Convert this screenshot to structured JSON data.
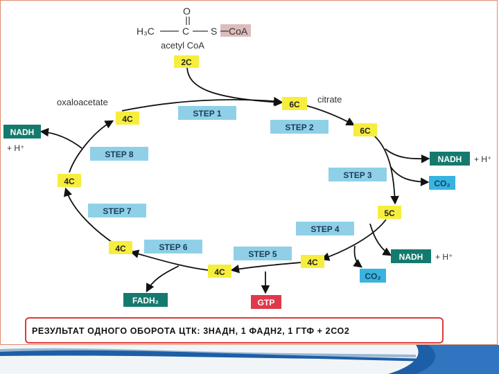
{
  "acetyl": {
    "formula_left": "H₃C",
    "c_atom": "C",
    "o_atom": "O",
    "s_atom": "S",
    "coa": "CoA",
    "name": "acetyl CoA"
  },
  "labels": {
    "oxaloacetate": "oxaloacetate",
    "citrate": "citrate"
  },
  "carbon_boxes": [
    "2C",
    "6C",
    "6C",
    "5C",
    "4C",
    "4C",
    "4C",
    "4C",
    "4C"
  ],
  "steps": [
    "STEP 1",
    "STEP 2",
    "STEP 3",
    "STEP 4",
    "STEP 5",
    "STEP 6",
    "STEP 7",
    "STEP 8"
  ],
  "products": {
    "nadh": "NADH",
    "h_plus": "+ H⁺",
    "co2": "CO₂",
    "fadh2": "FADH₂",
    "gtp": "GTP"
  },
  "summary": "РЕЗУЛЬТАТ ОДНОГО ОБОРОТА  ЦТК: 3НАДН, 1 ФАДН2, 1 ГТФ + 2СО2",
  "colors": {
    "carbon_fill": "#f6ee3c",
    "step_fill": "#8fd0e8",
    "nadh_fill": "#157a6e",
    "co2_fill": "#38b4e0",
    "fadh2_fill": "#157a6e",
    "gtp_fill": "#e0394b",
    "coa_fill": "#dcbcbc",
    "footer_blue": "#1d5fa6"
  }
}
